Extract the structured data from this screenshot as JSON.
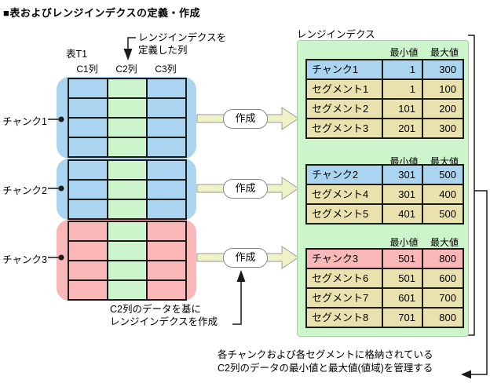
{
  "title": "■表およびレンジインデクスの定義・作成",
  "colors": {
    "blue": "#aad4f0",
    "green": "#ccf5cc",
    "pink": "#f9b7b7",
    "cream": "#e9e2ae",
    "arrow": "#eff1c6"
  },
  "diagram_table": {
    "name": "表T1",
    "columns": [
      "C1列",
      "C2列",
      "C3列"
    ],
    "indexed_column_note": [
      "レンジインデクスを",
      "定義した列"
    ],
    "chunks": [
      {
        "label": "チャンク1",
        "rows": 4,
        "variant": "blue"
      },
      {
        "label": "チャンク2",
        "rows": 3,
        "variant": "blue"
      },
      {
        "label": "チャンク3",
        "rows": 4,
        "variant": "pink"
      }
    ]
  },
  "create_label": "作成",
  "range_index": {
    "title": "レンジインデクス",
    "header": {
      "min": "最小値",
      "max": "最大値"
    },
    "tables": [
      {
        "rows": [
          {
            "label": "チャンク1",
            "min": "1",
            "max": "300",
            "variant": "blue"
          },
          {
            "label": "セグメント1",
            "min": "1",
            "max": "100",
            "variant": "cream"
          },
          {
            "label": "セグメント2",
            "min": "101",
            "max": "200",
            "variant": "cream"
          },
          {
            "label": "セグメント3",
            "min": "201",
            "max": "300",
            "variant": "cream"
          }
        ]
      },
      {
        "rows": [
          {
            "label": "チャンク2",
            "min": "301",
            "max": "500",
            "variant": "blue"
          },
          {
            "label": "セグメント4",
            "min": "301",
            "max": "400",
            "variant": "cream"
          },
          {
            "label": "セグメント5",
            "min": "401",
            "max": "500",
            "variant": "cream"
          }
        ]
      },
      {
        "rows": [
          {
            "label": "チャンク3",
            "min": "501",
            "max": "800",
            "variant": "pink"
          },
          {
            "label": "セグメント6",
            "min": "501",
            "max": "600",
            "variant": "cream"
          },
          {
            "label": "セグメント7",
            "min": "601",
            "max": "700",
            "variant": "cream"
          },
          {
            "label": "セグメント8",
            "min": "701",
            "max": "800",
            "variant": "cream"
          }
        ]
      }
    ]
  },
  "annotations": {
    "create_note": [
      "C2列のデータを基に",
      "レンジインデクスを作成"
    ],
    "manage_note": [
      "各チャンクおよび各セグメントに格納されている",
      "C2列のデータの最小値と最大値(値域)を管理する"
    ]
  }
}
